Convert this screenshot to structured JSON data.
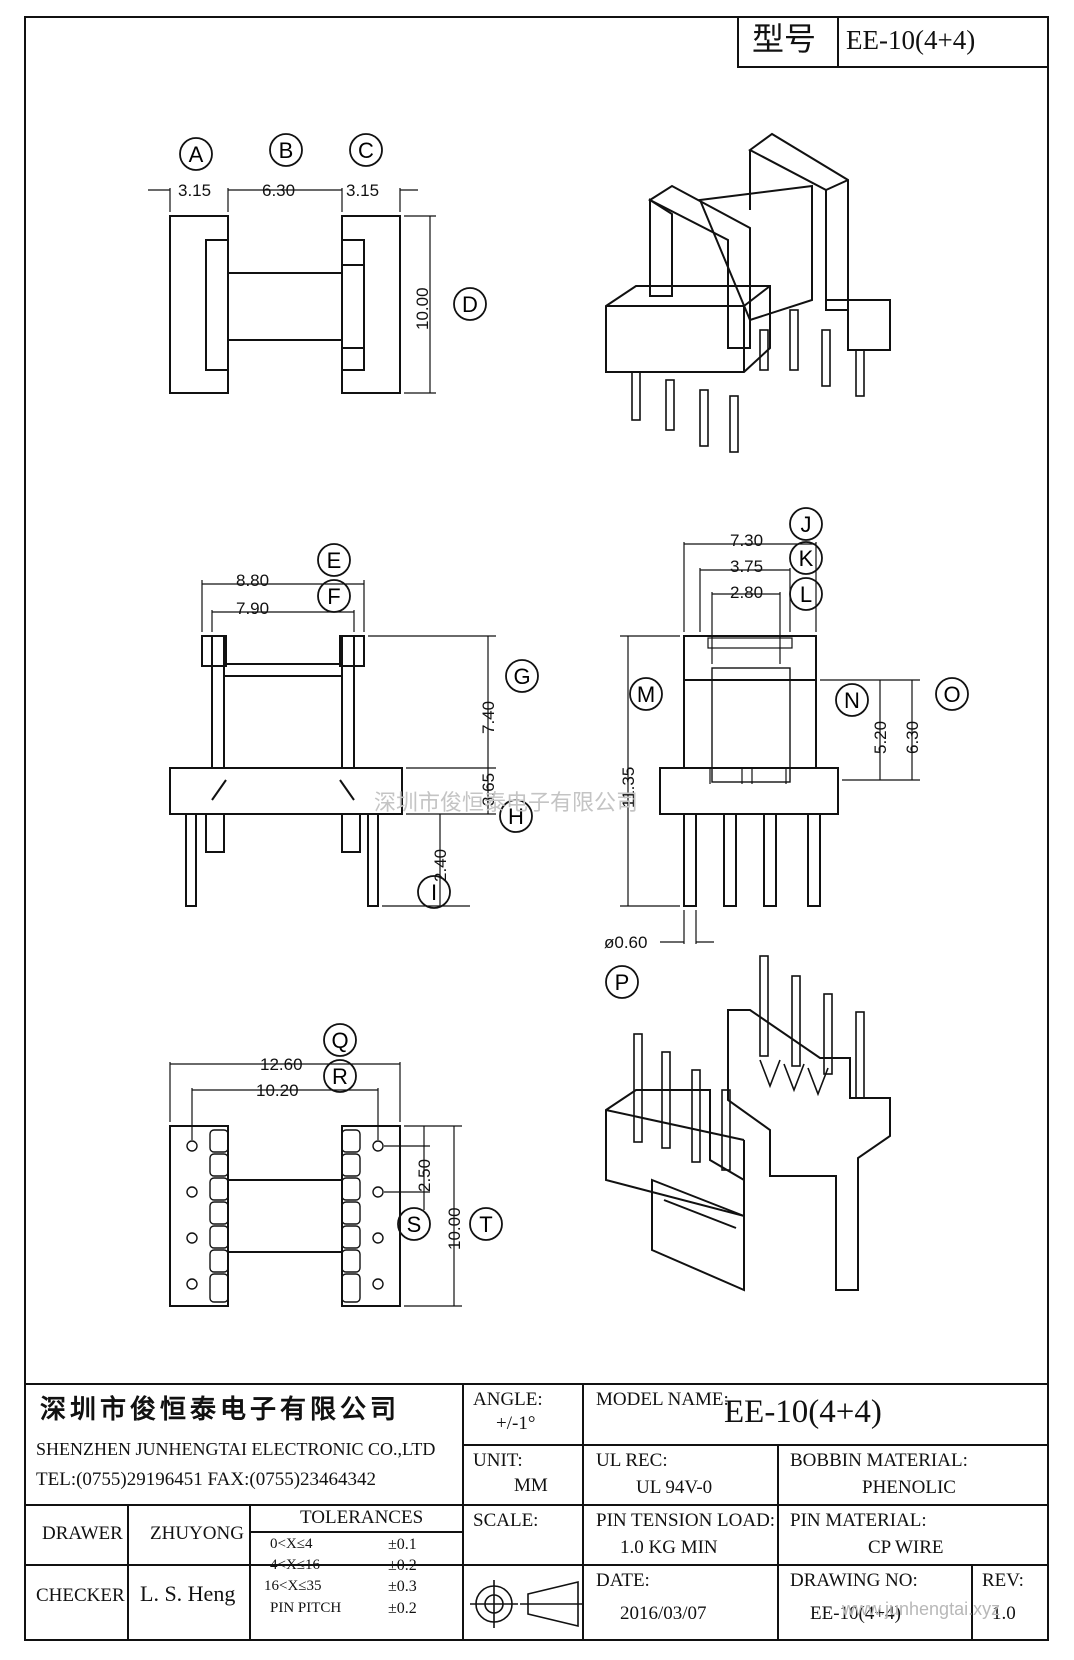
{
  "model_box": {
    "label": "型号",
    "value": "EE-10(4+4)"
  },
  "dims": {
    "A": "3.15",
    "B": "6.30",
    "C": "3.15",
    "D": "10.00",
    "E": "8.80",
    "F": "7.90",
    "G": "7.40",
    "H": "3.65",
    "I": "2.40",
    "J": "7.30",
    "K": "3.75",
    "L": "2.80",
    "M": "11.35",
    "N": "5.20",
    "O": "6.30",
    "P": "ø0.60",
    "Q": "12.60",
    "R": "10.20",
    "S": "2.50",
    "T": "10.00"
  },
  "callouts": [
    "A",
    "B",
    "C",
    "D",
    "E",
    "F",
    "G",
    "H",
    "I",
    "J",
    "K",
    "L",
    "M",
    "N",
    "O",
    "P",
    "Q",
    "R",
    "S",
    "T"
  ],
  "watermark": "深圳市俊恒泰电子有限公司",
  "title_block": {
    "company_cn": "深圳市俊恒泰电子有限公司",
    "company_en": "SHENZHEN JUNHENGTAI ELECTRONIC CO.,LTD",
    "tel_fax": "TEL:(0755)29196451 FAX:(0755)23464342",
    "angle_label": "ANGLE:",
    "angle_value": "+/-1°",
    "model_label": "MODEL NAME:",
    "model_value": "EE-10(4+4)",
    "unit_label": "UNIT:",
    "unit_value": "MM",
    "ul_label": "UL REC:",
    "ul_value": "UL 94V-0",
    "bobbin_label": "BOBBIN MATERIAL:",
    "bobbin_value": "PHENOLIC",
    "drawer_label": "DRAWER",
    "drawer_value": "ZHUYONG",
    "tolerances_label": "TOLERANCES",
    "tolerances": [
      {
        "range": "0<X≤4",
        "tol": "±0.1"
      },
      {
        "range": "4<X≤16",
        "tol": "±0.2"
      },
      {
        "range": "16<X≤35",
        "tol": "±0.3"
      },
      {
        "range": "PIN PITCH",
        "tol": "±0.2"
      }
    ],
    "scale_label": "SCALE:",
    "pin_tension_label": "PIN TENSION LOAD:",
    "pin_tension_value": "1.0 KG MIN",
    "pin_material_label": "PIN MATERIAL:",
    "pin_material_value": "CP WIRE",
    "checker_label": "CHECKER",
    "checker_value": "L. S. Heng",
    "date_label": "DATE:",
    "date_value": "2016/03/07",
    "drawing_no_label": "DRAWING NO:",
    "drawing_no_value": "EE-10(4+4)",
    "rev_label": "REV:",
    "rev_value": "1.0",
    "footer_watermark": "www.junhengtai.xyz"
  }
}
